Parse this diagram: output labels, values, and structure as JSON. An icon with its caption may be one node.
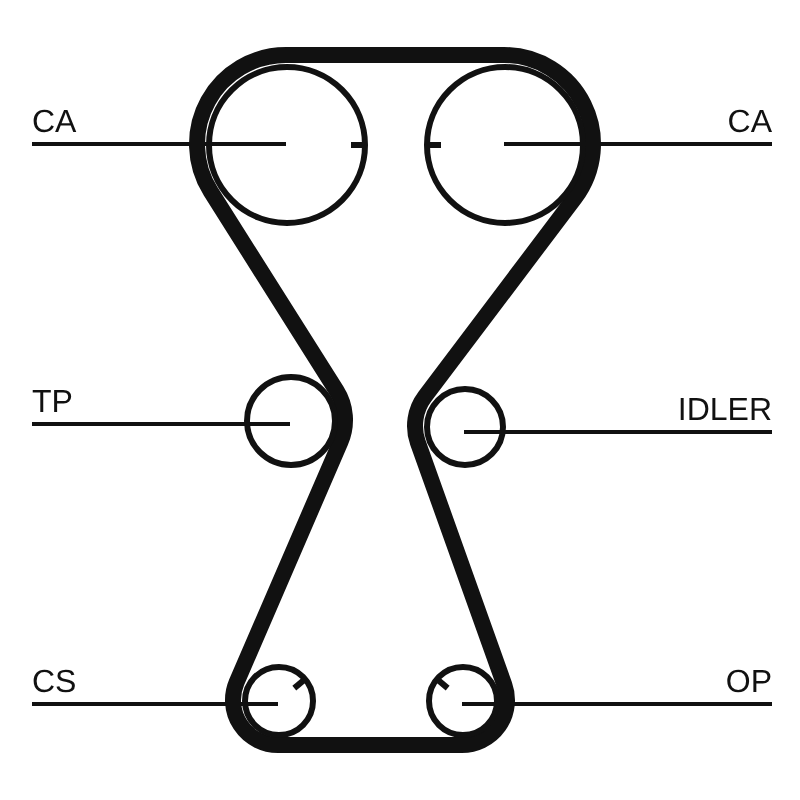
{
  "diagram": {
    "nodes": [
      {
        "text": [
          "CA"
        ]
      },
      {
        "text": [],
        "shape": "circle"
      },
      {
        "text": [],
        "shape": "circle"
      },
      {
        "text": [
          "CA"
        ]
      },
      {
        "text": [
          "TP"
        ]
      },
      {
        "text": [],
        "shape": "circle"
      },
      {
        "text": [],
        "shape": "circle"
      },
      {
        "text": [
          "IDLER"
        ]
      },
      {
        "text": [
          "CS"
        ]
      },
      {
        "text": [],
        "shape": "circle"
      },
      {
        "text": [],
        "shape": "circle"
      },
      {
        "text": [
          "OP"
        ]
      }
    ],
    "edges": [
      {
        "from": 0,
        "to": 1,
        "arrow": "none"
      },
      {
        "from": 3,
        "to": 2,
        "arrow": "none"
      },
      {
        "from": 4,
        "to": 5,
        "arrow": "none"
      },
      {
        "from": 7,
        "to": 6,
        "arrow": "none"
      },
      {
        "from": 8,
        "to": 9,
        "arrow": "none"
      },
      {
        "from": 11,
        "to": 10,
        "arrow": "none"
      }
    ]
  }
}
